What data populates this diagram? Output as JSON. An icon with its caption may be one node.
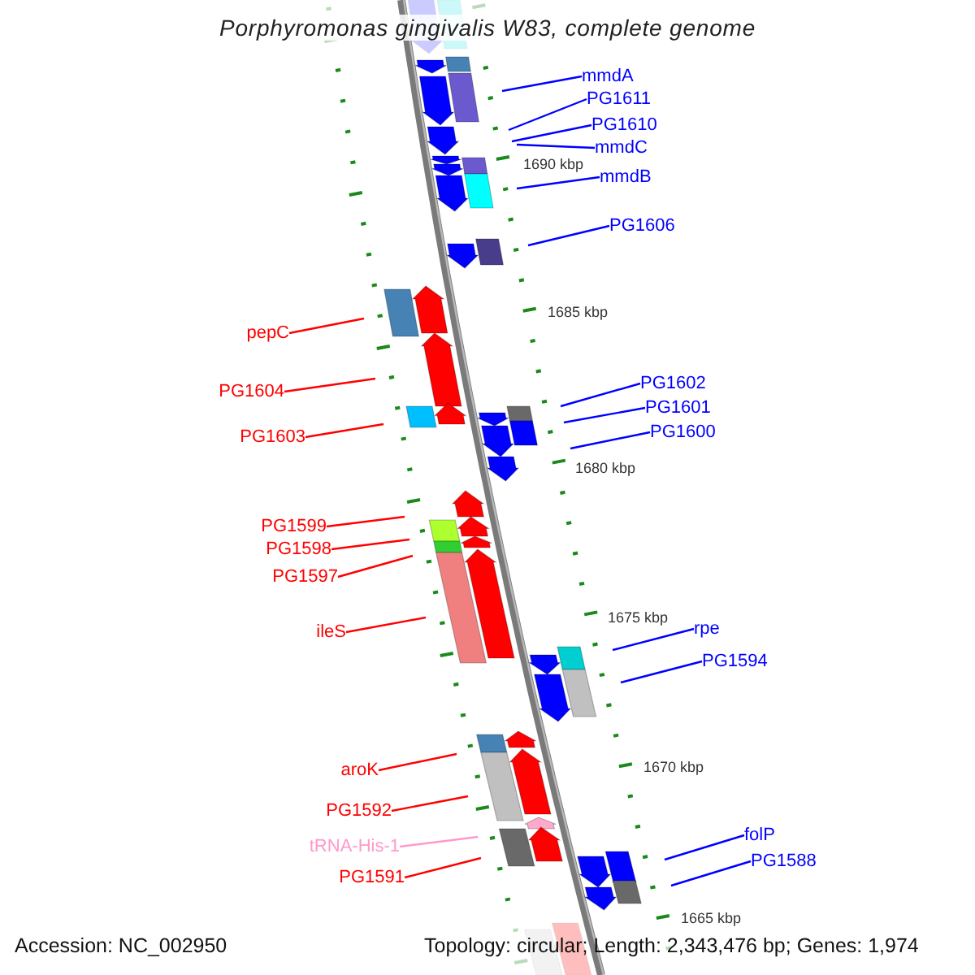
{
  "diagram": {
    "title": "Porphyromonas gingivalis W83, complete genome",
    "nodes": [
      {
        "text": [
          "mmdA"
        ]
      },
      {
        "text": [
          "PG1611"
        ]
      },
      {
        "text": [
          "PG1610"
        ]
      },
      {
        "text": [
          "mmdC"
        ]
      },
      {
        "text": [
          "mmdB"
        ]
      },
      {
        "text": [
          "PG1606"
        ]
      },
      {
        "text": [
          "pepC"
        ]
      },
      {
        "text": [
          "PG1602"
        ]
      },
      {
        "text": [
          "PG1604"
        ]
      },
      {
        "text": [
          "PG1601"
        ]
      },
      {
        "text": [
          "PG1600"
        ]
      },
      {
        "text": [
          "PG1603"
        ]
      },
      {
        "text": [
          "PG1599"
        ]
      },
      {
        "text": [
          "PG1598"
        ]
      },
      {
        "text": [
          "PG1597"
        ]
      },
      {
        "text": [
          "rpe"
        ]
      },
      {
        "text": [
          "ileS"
        ]
      },
      {
        "text": [
          "PG1594"
        ]
      },
      {
        "text": [
          "aroK"
        ]
      },
      {
        "text": [
          "PG1592"
        ]
      },
      {
        "text": [
          "folP"
        ]
      },
      {
        "text": [
          "tRNA-His-1"
        ]
      },
      {
        "text": [
          "PG1588"
        ]
      },
      {
        "text": [
          "PG1591"
        ]
      }
    ],
    "edges": [
      {
        "from": 0,
        "to": null,
        "arrow": "none"
      },
      {
        "from": 1,
        "to": null,
        "arrow": "none"
      },
      {
        "from": 2,
        "to": null,
        "arrow": "none"
      },
      {
        "from": 3,
        "to": null,
        "arrow": "none"
      },
      {
        "from": 4,
        "to": null,
        "arrow": "none"
      },
      {
        "from": 5,
        "to": null,
        "arrow": "none"
      },
      {
        "from": 6,
        "to": null,
        "arrow": "none",
        "color": "#ff0000"
      },
      {
        "from": 7,
        "to": null,
        "arrow": "none"
      },
      {
        "from": 8,
        "to": null,
        "arrow": "none",
        "color": "#ff0000"
      },
      {
        "from": 9,
        "to": null,
        "arrow": "none"
      },
      {
        "from": 10,
        "to": null,
        "arrow": "none"
      },
      {
        "from": 11,
        "to": null,
        "arrow": "none",
        "color": "#ff0000"
      },
      {
        "from": 12,
        "to": null,
        "arrow": "none",
        "color": "#ff0000"
      },
      {
        "from": 13,
        "to": null,
        "arrow": "none",
        "color": "#ff0000"
      },
      {
        "from": 14,
        "to": null,
        "arrow": "none",
        "color": "#ff0000"
      },
      {
        "from": 15,
        "to": null,
        "arrow": "none"
      },
      {
        "from": 16,
        "to": null,
        "arrow": "none",
        "color": "#ff0000"
      },
      {
        "from": 17,
        "to": null,
        "arrow": "none"
      },
      {
        "from": 18,
        "to": null,
        "arrow": "none",
        "color": "#ff0000"
      },
      {
        "from": 19,
        "to": null,
        "arrow": "none",
        "color": "#ff0000"
      },
      {
        "from": 20,
        "to": null,
        "arrow": "none"
      },
      {
        "from": 21,
        "to": null,
        "arrow": "none",
        "color": "#ff99cc"
      },
      {
        "from": 22,
        "to": null,
        "arrow": "none"
      },
      {
        "from": 23,
        "to": null,
        "arrow": "none",
        "color": "#ff0000"
      }
    ],
    "labels": [
      "1690 kbp",
      "1685 kbp",
      "1680 kbp",
      "1675 kbp",
      "1670 kbp",
      "1665 kbp",
      "Accession: NC_002950",
      "Topology: circular; Length: 2,343,476 bp; Genes: 1,974"
    ]
  }
}
